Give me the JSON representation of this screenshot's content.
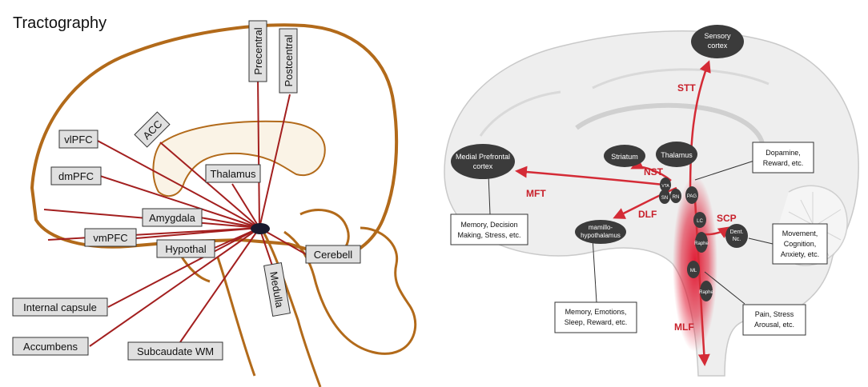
{
  "left_panel": {
    "title": "Tractography",
    "labels": {
      "precentral": "Precentral",
      "postcentral": "Postcentral",
      "acc": "ACC",
      "vlpfc": "vlPFC",
      "dmpfc": "dmPFC",
      "thalamus": "Thalamus",
      "amygdala": "Amygdala",
      "vmpfc": "vmPFC",
      "hypothal": "Hypothal",
      "cerebell": "Cerebell",
      "medulla": "Medulla",
      "internal_capsule": "Internal capsule",
      "accumbens": "Accumbens",
      "subcaudate_wm": "Subcaudate WM"
    },
    "colors": {
      "outline": "#b26a1a",
      "tract": "#a31f1f",
      "label_fill": "#e0e0e0"
    }
  },
  "right_panel": {
    "nodes": {
      "sensory_cortex": [
        "Sensory",
        "cortex"
      ],
      "medial_prefrontal": [
        "Medial Prefrontal",
        "cortex"
      ],
      "striatum": "Striatum",
      "thalamus": "Thalamus",
      "mamillo": [
        "mamillo-",
        "hypothalamus"
      ],
      "vta": "VTA",
      "sn": "SN",
      "rn": "RN",
      "pag": "PAG",
      "lc": "LC",
      "raphe1": "Raphe",
      "ml": "ML",
      "raphe2": "Raphe",
      "dent_nc": [
        "Dent.",
        "Nc."
      ]
    },
    "tracts": {
      "stt": "STT",
      "nst": "NST",
      "mft": "MFT",
      "dlf": "DLF",
      "scp": "SCP",
      "mlf": "MLF"
    },
    "callouts": {
      "memory_decision": [
        "Memory, Decision",
        "Making, Stress, etc."
      ],
      "dopamine": [
        "Dopamine,",
        "Reward, etc."
      ],
      "movement": [
        "Movement,",
        "Cognition,",
        "Anxiety, etc."
      ],
      "memory_emotions": [
        "Memory, Emotions,",
        "Sleep, Reward, etc."
      ],
      "pain": [
        "Pain, Stress",
        "Arousal, etc."
      ]
    },
    "colors": {
      "node": "#3b3b3b",
      "tract": "#d42b36",
      "brain_fill": "#eeeeee",
      "brain_line": "#c9c9c9"
    }
  }
}
